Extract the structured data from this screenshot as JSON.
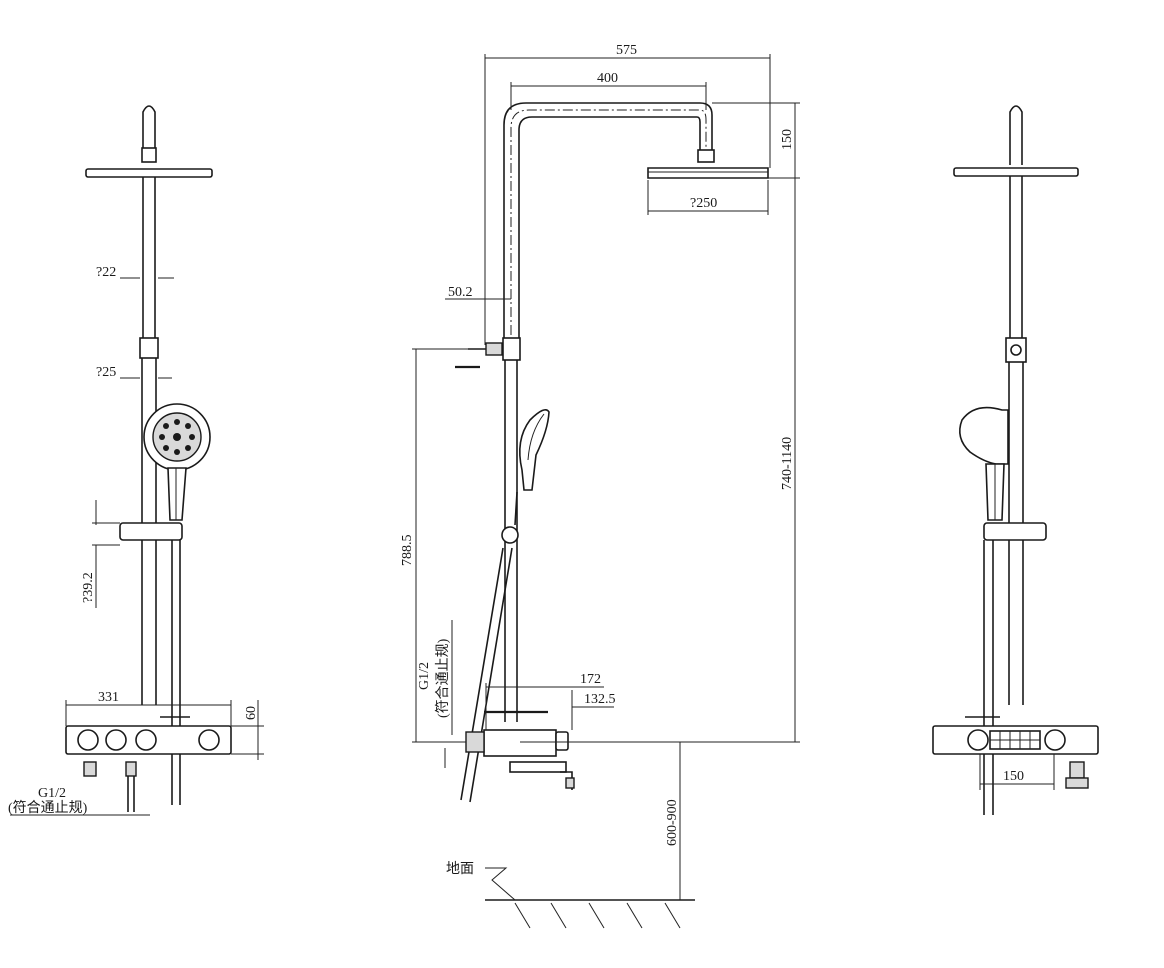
{
  "dimensions": {
    "left": {
      "rod_diameter_top": "?22",
      "rod_diameter_lower": "?25",
      "holder_diameter": "?39.2",
      "width": "331",
      "height": "60",
      "inlet_thread": "G1/2",
      "inlet_note": "(符合通止规)"
    },
    "middle": {
      "total_width": "575",
      "arm_length": "400",
      "head_drop": "150",
      "head_diameter": "?250",
      "wall_offset": "50.2",
      "column_height": "740-1140",
      "inlet_height": "788.5",
      "inlet_thread": "G1/2",
      "inlet_note": "(符合通止规)",
      "spout_depth": "172",
      "spout_inner": "132.5",
      "floor_height": "600-900",
      "floor_label": "地面"
    },
    "right": {
      "panel_width": "150"
    }
  }
}
